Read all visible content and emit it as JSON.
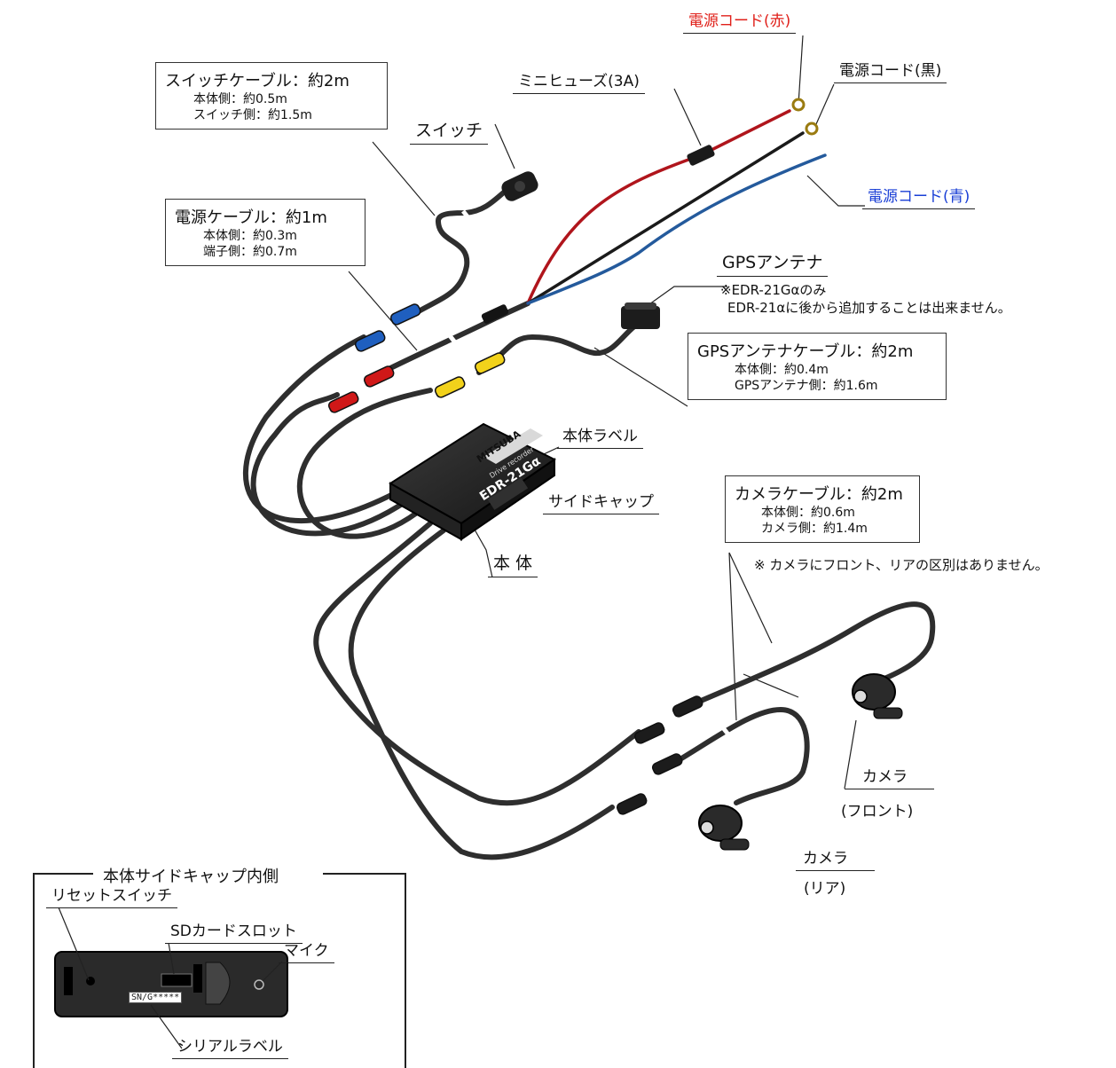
{
  "labels": {
    "power_cord_red": "電源コード(赤)",
    "power_cord_black": "電源コード(黒)",
    "power_cord_blue": "電源コード(青)",
    "mini_fuse": "ミニヒューズ(3A)",
    "switch": "スイッチ",
    "gps_antenna": "GPSアンテナ",
    "gps_note_1": "※EDR-21Gαのみ",
    "gps_note_2": "EDR-21αに後から追加することは出来ません。",
    "main_label": "本体ラベル",
    "side_cap": "サイドキャップ",
    "main_body": "本 体",
    "camera_note": "※ カメラにフロント、リアの区別はありません。",
    "camera_front_1": "カメラ",
    "camera_front_2": "(フロント)",
    "camera_rear_1": "カメラ",
    "camera_rear_2": "(リア)"
  },
  "boxes": {
    "switch_cable": {
      "title": "スイッチケーブル：約2m",
      "line1": "本体側：約0.5m",
      "line2": "スイッチ側：約1.5m"
    },
    "power_cable": {
      "title": "電源ケーブル：約1m",
      "line1": "本体側：約0.3m",
      "line2": "端子側：約0.7m"
    },
    "gps_cable": {
      "title": "GPSアンテナケーブル：約2m",
      "line1": "本体側：約0.4m",
      "line2": "GPSアンテナ側：約1.6m"
    },
    "camera_cable": {
      "title": "カメラケーブル：約2m",
      "line1": "本体側：約0.6m",
      "line2": "カメラ側：約1.4m"
    }
  },
  "device": {
    "brand": "MITSUBA",
    "subtitle": "Drive recorder",
    "model": "EDR-21Gα"
  },
  "inset": {
    "title": "本体サイドキャップ内側",
    "reset_switch": "リセットスイッチ",
    "sd_slot": "SDカードスロット",
    "mic": "マイク",
    "serial_label": "シリアルラベル",
    "serial_text": "SN/G*****"
  },
  "colors": {
    "red_text": "#e0201a",
    "blue_text": "#1a3fd6",
    "cable": "#2e2e2e",
    "connector_blue": "#1f5fbf",
    "connector_red": "#d01818",
    "connector_yellow": "#f2d21b",
    "wire_red": "#b0151c",
    "wire_blue": "#245a9c"
  }
}
